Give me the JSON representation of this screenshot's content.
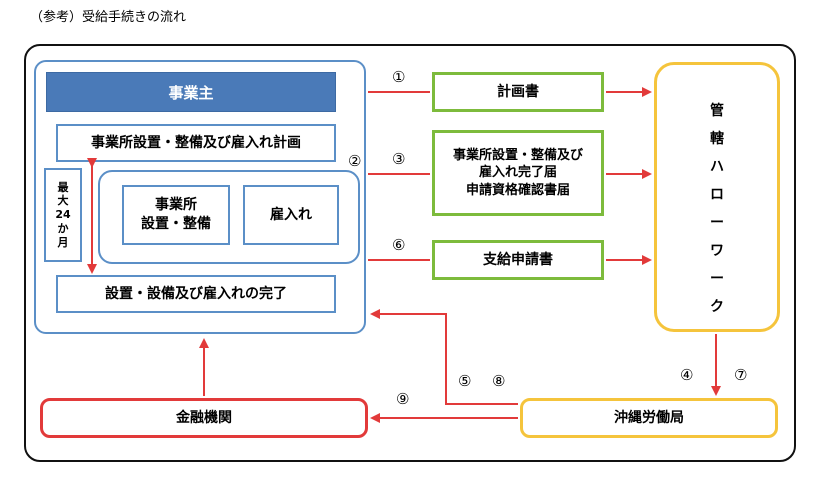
{
  "caption": "（参考）受給手続きの流れ",
  "employer": {
    "title": "事業主",
    "plan": "事業所設置・整備及び雇入れ計画",
    "office": "事業所\n設置・整備",
    "hire": "雇入れ",
    "completion": "設置・設備及び雇入れの完了",
    "max_period": "最\n大\n24\nか\n月"
  },
  "documents": {
    "plan_doc": "計画書",
    "notice": "事業所設置・整備及び\n雇入れ完了届\n申請資格確認書届",
    "apply": "支給申請書"
  },
  "hello_work": [
    "管",
    "轄",
    "ハ",
    "ロ",
    "ー",
    "ワ",
    "ー",
    "ク"
  ],
  "okinawa": "沖縄労働局",
  "bank": "金融機関",
  "steps": {
    "s1": "①",
    "s2": "②",
    "s3": "③",
    "s4": "④",
    "s5": "⑤",
    "s6": "⑥",
    "s7": "⑦",
    "s8": "⑧",
    "s9": "⑨"
  },
  "colors": {
    "employer_border": "#5b8fc7",
    "employer_title_bg": "#4a7ab8",
    "document_border": "#7dbb3c",
    "hello_work_border": "#f5c43c",
    "bank_border": "#e23a3a",
    "arrow": "#e23a3a"
  }
}
